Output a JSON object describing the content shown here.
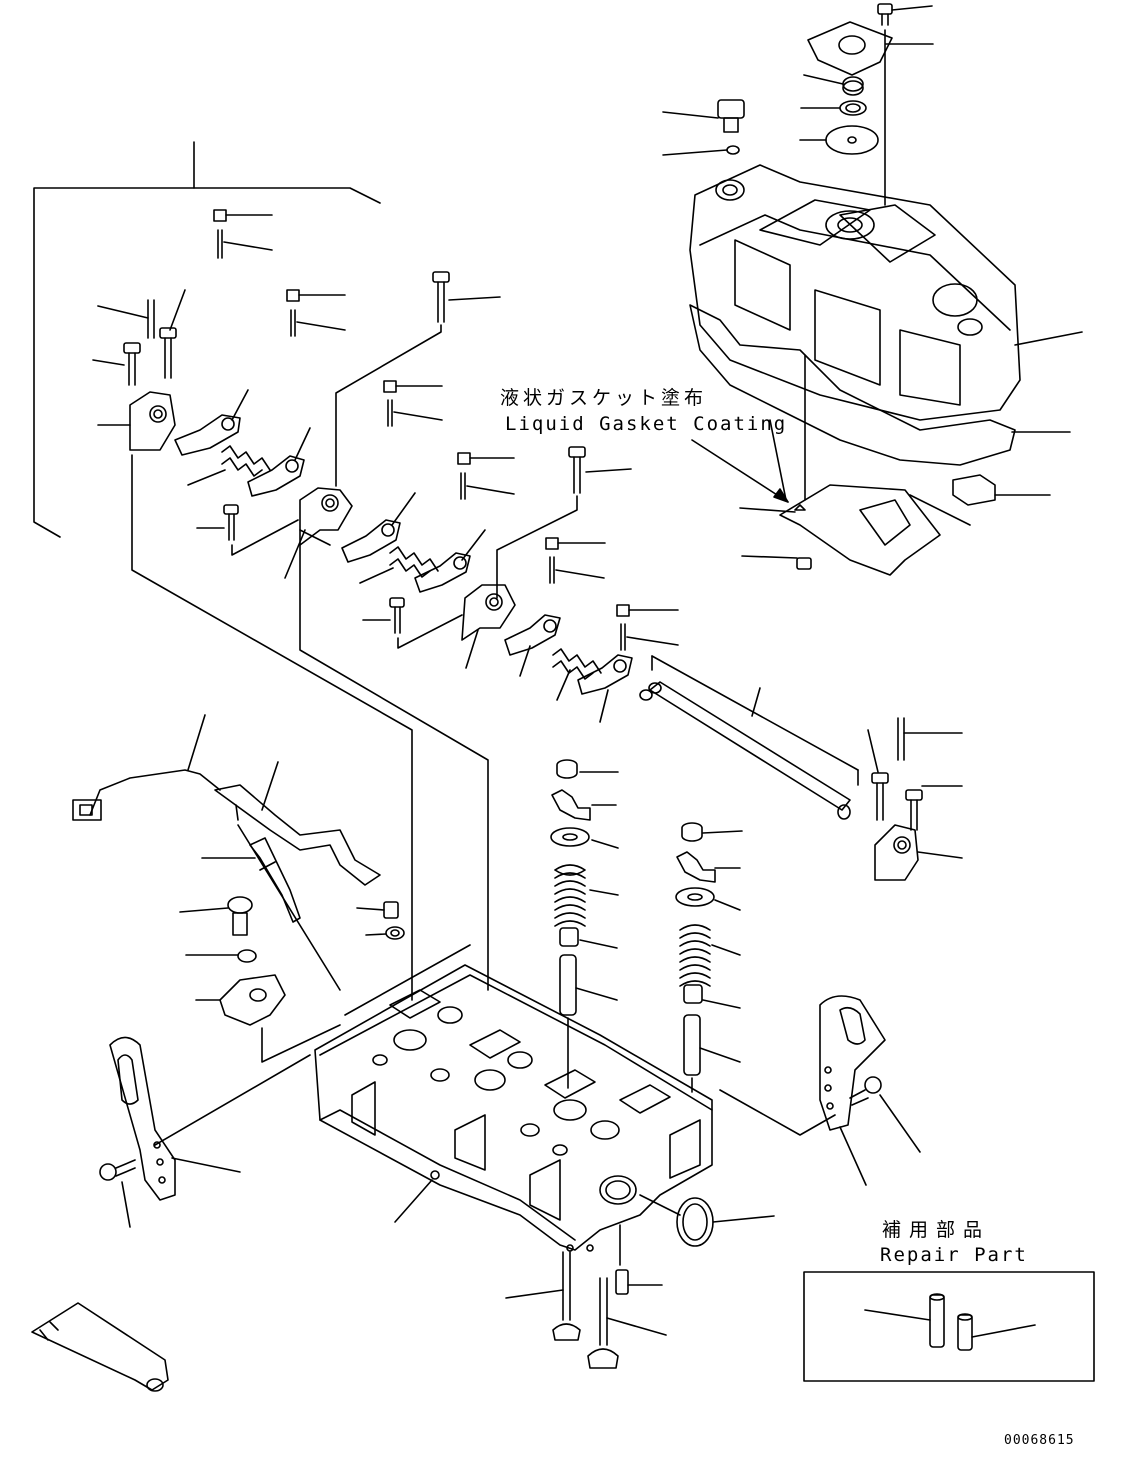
{
  "notes": {
    "liquid_gasket_jp": "液状ガスケット塗布",
    "liquid_gasket_en": "Liquid Gasket Coating",
    "repair_part_jp": "補用部品",
    "repair_part_en": "Repair Part"
  },
  "drawing_number": "00068615",
  "colors": {
    "line": "#000000",
    "background": "#ffffff"
  }
}
